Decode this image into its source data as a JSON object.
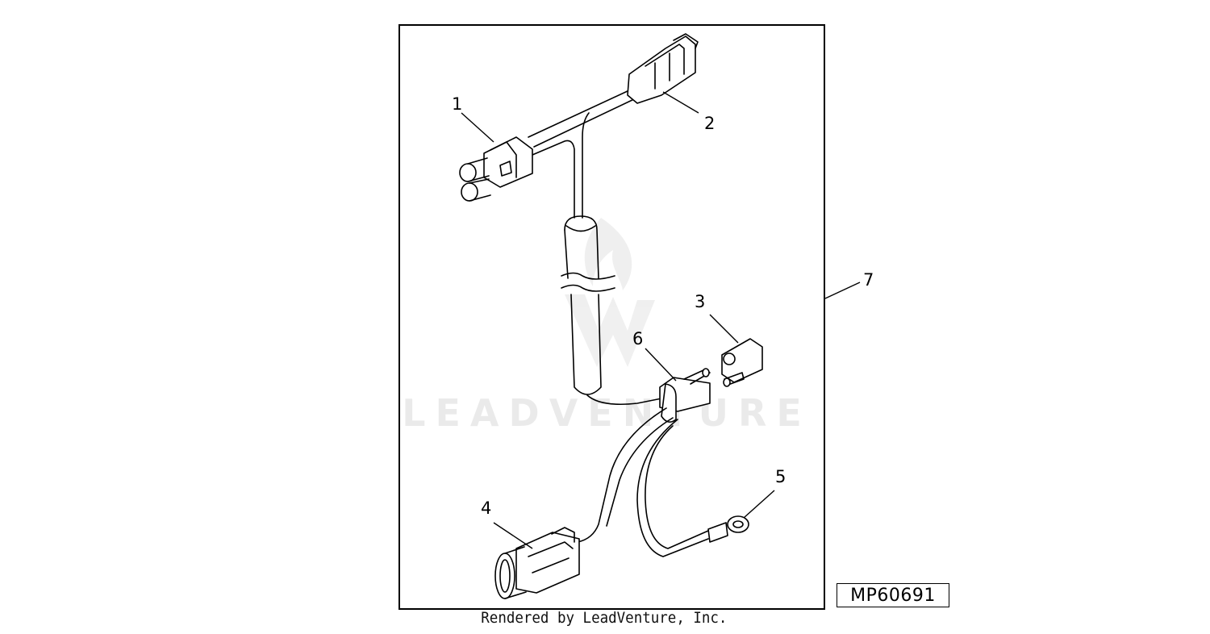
{
  "diagram": {
    "watermark_text": "LEADVENTURE",
    "callouts": [
      "1",
      "2",
      "3",
      "4",
      "5",
      "6",
      "7"
    ],
    "reference_id": "MP60691",
    "credit": "Rendered by LeadVenture, Inc."
  }
}
